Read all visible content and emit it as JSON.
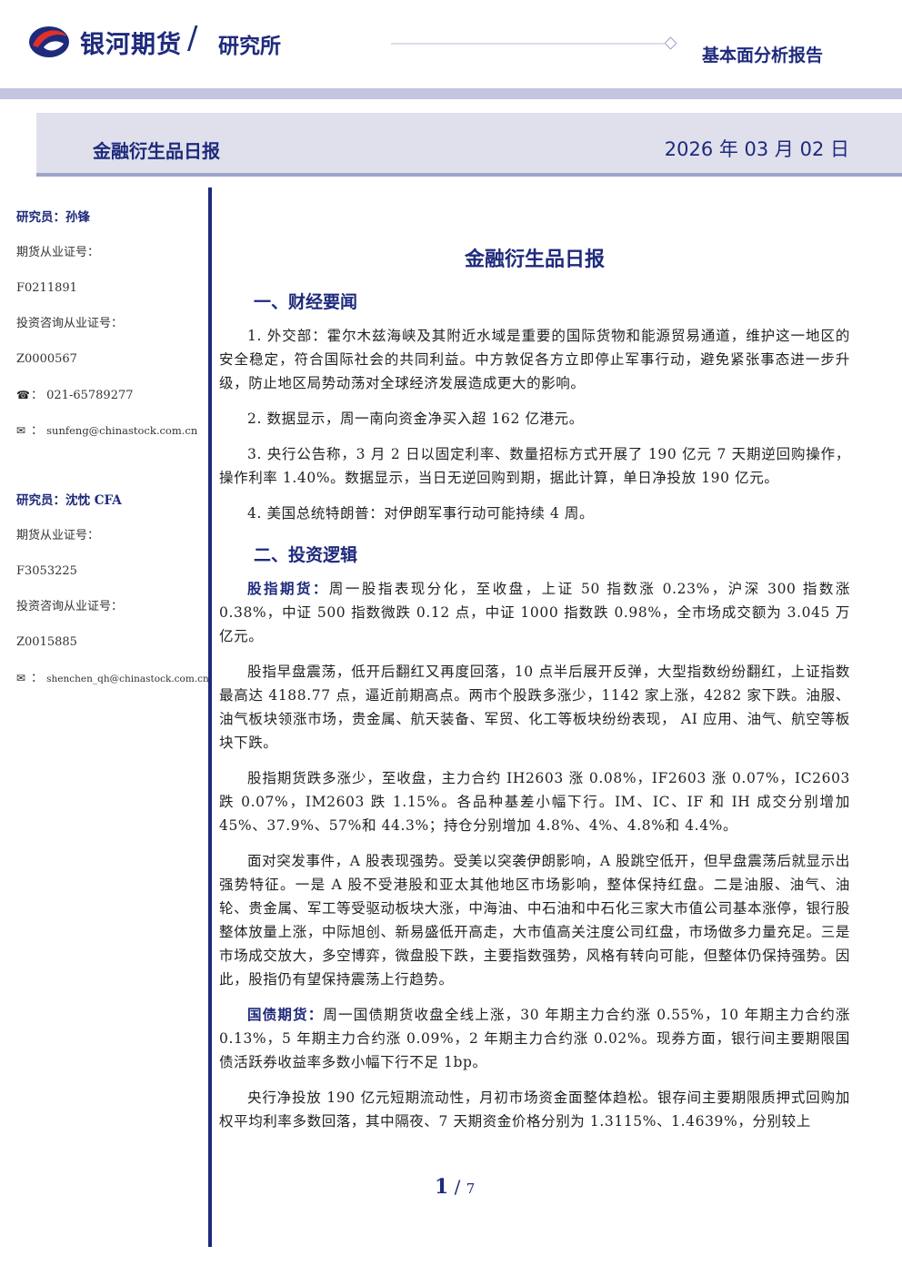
{
  "header": {
    "company": "银河期货",
    "institute": "研究所",
    "report_type": "基本面分析报告"
  },
  "banner": {
    "title": "金融衍生品日报",
    "date": "2026 年 03 月 02 日"
  },
  "sidebar": {
    "analysts": [
      {
        "name_line": "研究员：孙锋",
        "futures_cert_label": "期货从业证号：",
        "futures_cert": "F0211891",
        "consult_cert_label": "投资咨询从业证号：",
        "consult_cert": "Z0000567",
        "phone": "021-65789277",
        "email": "sunfeng@chinastock.com.cn"
      },
      {
        "name_line": "研究员：沈忱 CFA",
        "futures_cert_label": "期货从业证号：",
        "futures_cert": "F3053225",
        "consult_cert_label": "投资咨询从业证号：",
        "consult_cert": "Z0015885",
        "email": "shenchen_qh@chinastock.com.cn"
      }
    ]
  },
  "main": {
    "title": "金融衍生品日报",
    "sections": [
      {
        "heading": "一、财经要闻",
        "paragraphs": [
          "1. 外交部：霍尔木兹海峡及其附近水域是重要的国际货物和能源贸易通道，维护这一地区的安全稳定，符合国际社会的共同利益。中方敦促各方立即停止军事行动，避免紧张事态进一步升级，防止地区局势动荡对全球经济发展造成更大的影响。",
          "2. 数据显示，周一南向资金净买入超 162 亿港元。",
          "3. 央行公告称，3 月 2 日以固定利率、数量招标方式开展了 190 亿元 7 天期逆回购操作，操作利率 1.40%。数据显示，当日无逆回购到期，据此计算，单日净投放 190 亿元。",
          "4. 美国总统特朗普：对伊朗军事行动可能持续 4 周。"
        ]
      },
      {
        "heading": "二、投资逻辑",
        "p1_lead": "股指期货：",
        "p1_text": "周一股指表现分化，至收盘，上证 50 指数涨 0.23%，沪深 300 指数涨 0.38%，中证 500 指数微跌 0.12 点，中证 1000 指数跌 0.98%，全市场成交额为 3.045 万亿元。",
        "p2": "股指早盘震荡，低开后翻红又再度回落，10 点半后展开反弹，大型指数纷纷翻红，上证指数最高达 4188.77 点，逼近前期高点。两市个股跌多涨少，1142 家上涨，4282 家下跌。油服、油气板块领涨市场，贵金属、航天装备、军贸、化工等板块纷纷表现， AI 应用、油气、航空等板块下跌。",
        "p3": "股指期货跌多涨少，至收盘，主力合约 IH2603 涨 0.08%，IF2603 涨 0.07%，IC2603 跌 0.07%，IM2603 跌 1.15%。各品种基差小幅下行。IM、IC、IF 和 IH 成交分别增加 45%、37.9%、57%和 44.3%；持仓分别增加 4.8%、4%、4.8%和 4.4%。",
        "p4": "面对突发事件，A 股表现强势。受美以突袭伊朗影响，A 股跳空低开，但早盘震荡后就显示出强势特征。一是 A 股不受港股和亚太其他地区市场影响，整体保持红盘。二是油服、油气、油轮、贵金属、军工等受驱动板块大涨，中海油、中石油和中石化三家大市值公司基本涨停，银行股整体放量上涨，中际旭创、新易盛低开高走，大市值高关注度公司红盘，市场做多力量充足。三是市场成交放大，多空博弈，微盘股下跌，主要指数强势，风格有转向可能，但整体仍保持强势。因此，股指仍有望保持震荡上行趋势。",
        "p5_lead": "国债期货：",
        "p5_text": "周一国债期货收盘全线上涨，30 年期主力合约涨 0.55%，10 年期主力合约涨 0.13%，5 年期主力合约涨 0.09%，2 年期主力合约涨 0.02%。现券方面，银行间主要期限国债活跃券收益率多数小幅下行不足 1bp。",
        "p6": "央行净投放 190 亿元短期流动性，月初市场资金面整体趋松。银存间主要期限质押式回购加权平均利率多数回落，其中隔夜、7 天期资金价格分别为 1.3115%、1.4639%，分别较上"
      }
    ]
  },
  "footer": {
    "page": "1",
    "sep": "/",
    "total": "7"
  },
  "colors": {
    "brand": "#1e2a7c",
    "accent": "#e0312b",
    "band": "#c4c6df"
  }
}
